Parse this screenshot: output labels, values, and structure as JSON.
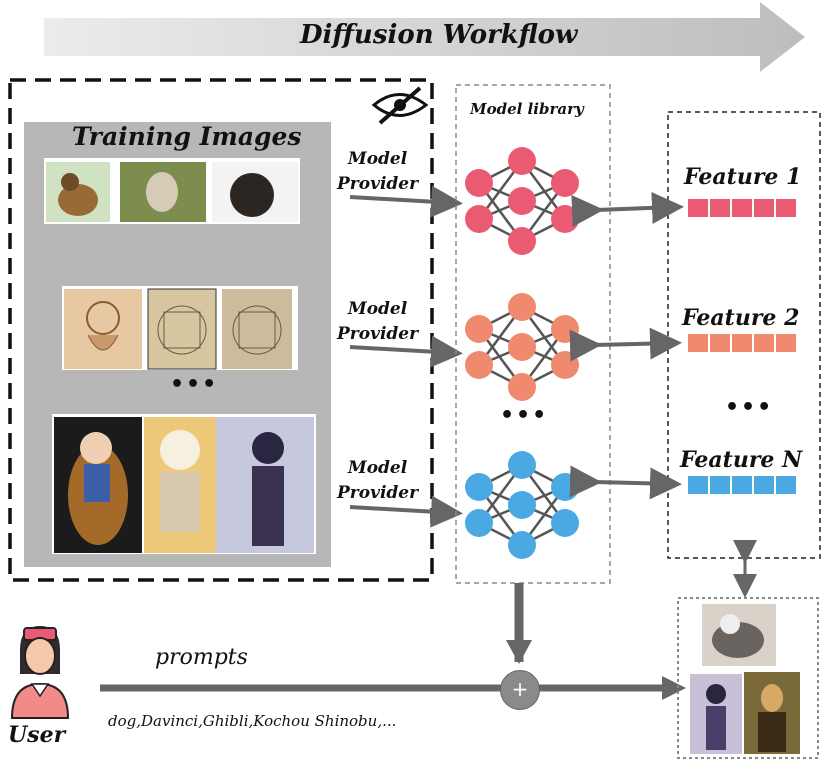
{
  "title": "Diffusion Workflow",
  "training_title": "Training Images",
  "model_provider_label": "Model\nProvider",
  "model_library_title": "Model library",
  "features": [
    "Feature 1",
    "Feature 2",
    "Feature N"
  ],
  "ellipsis": "•••",
  "prompts_label": "prompts",
  "prompt_examples": "dog,Davinci,Ghibli,Kochou Shinobu,...",
  "user_label": "User",
  "plus_symbol": "+",
  "colors": {
    "network_red": "#ea5a73",
    "network_orange": "#ef8a6e",
    "network_blue": "#4aa9e3",
    "edge_gray": "#555555",
    "arrow_gray": "#666666",
    "panel_gray": "#b7b7b7"
  },
  "icons": [
    "eye-slash-icon",
    "user-avatar-icon",
    "plus-icon"
  ]
}
